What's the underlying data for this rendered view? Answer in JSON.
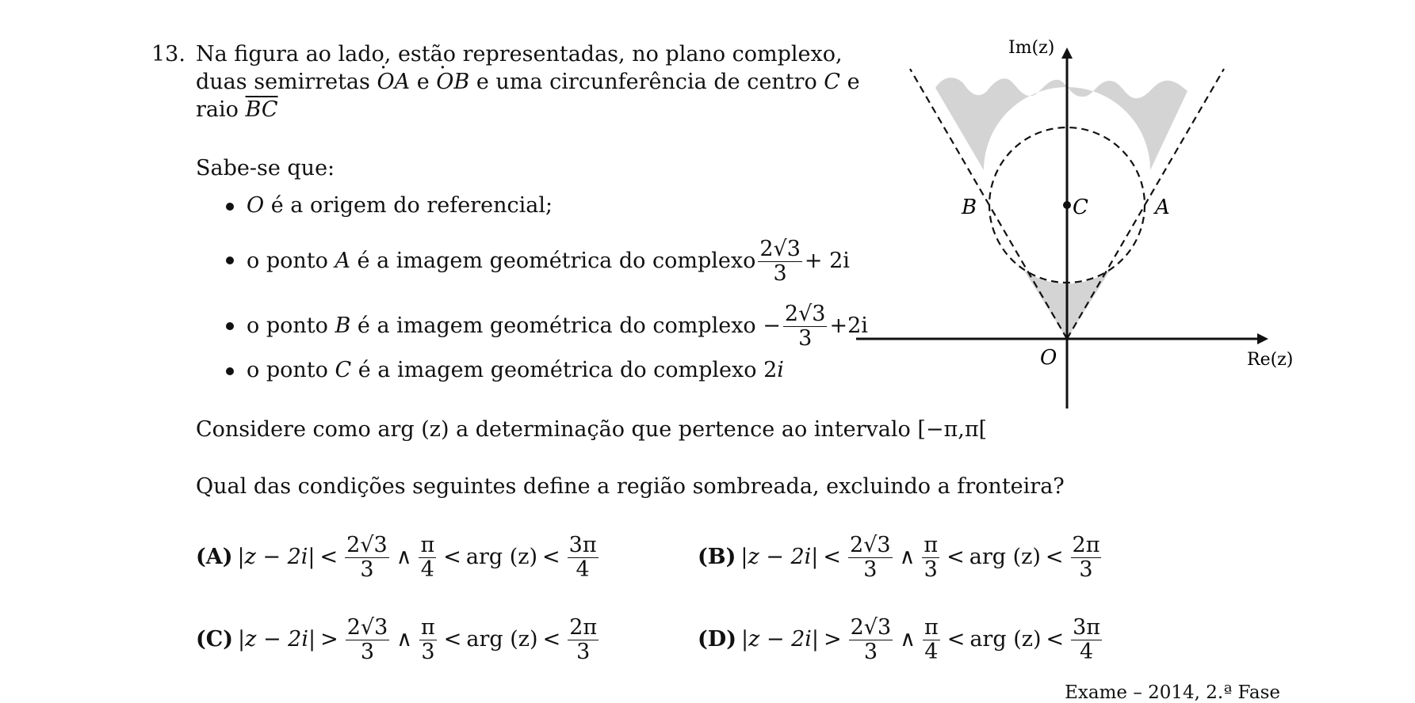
{
  "question": {
    "number": "13.",
    "intro_lines": [
      "Na figura ao lado, estão representadas, no plano complexo,",
      "duas semirretas",
      "e uma circunferência de centro",
      "e",
      "raio"
    ],
    "ray_oa": "OA",
    "ray_ob": "OB",
    "conj": "e",
    "center": "C",
    "radius": "BC",
    "sabe_se": "Sabe-se que:",
    "bullets": {
      "b1_var": "O",
      "b1_text": " é a origem do referencial;",
      "b2_pre": "o ponto ",
      "b2_var": "A",
      "b2_text": " é a imagem geométrica do complexo",
      "b2_tail": "+ 2i",
      "b3_pre": "o ponto ",
      "b3_var": "B",
      "b3_text": " é a imagem geométrica do complexo −",
      "b3_tail": "+2i",
      "b4_pre": "o ponto ",
      "b4_var": "C",
      "b4_text": " é a imagem geométrica do complexo 2",
      "b4_i": "i"
    },
    "frac_num": "2√3",
    "frac_den": "3",
    "considere": "Considere como arg (z) a determinação que pertence ao intervalo [−π,π[",
    "qual": "Qual das condições seguintes define a região sombreada, excluindo a fronteira?"
  },
  "options": [
    {
      "label": "(A)",
      "rel": "<",
      "a_num": "π",
      "a_den": "4",
      "b_num": "3π",
      "b_den": "4"
    },
    {
      "label": "(B)",
      "rel": "<",
      "a_num": "π",
      "a_den": "3",
      "b_num": "2π",
      "b_den": "3"
    },
    {
      "label": "(C)",
      "rel": ">",
      "a_num": "π",
      "a_den": "3",
      "b_num": "2π",
      "b_den": "3"
    },
    {
      "label": "(D)",
      "rel": ">",
      "a_num": "π",
      "a_den": "4",
      "b_num": "3π",
      "b_den": "4"
    }
  ],
  "option_parts": {
    "modulus": "|z − 2i|",
    "and": "∧",
    "lt": "<",
    "arg": "arg (z)"
  },
  "figure": {
    "im_label": "Im(z)",
    "re_label": "Re(z)",
    "origin": "O",
    "a": "A",
    "b": "B",
    "c": "C",
    "shade_color": "#d4d4d4"
  },
  "footer": "Exame – 2014, 2.ª Fase"
}
